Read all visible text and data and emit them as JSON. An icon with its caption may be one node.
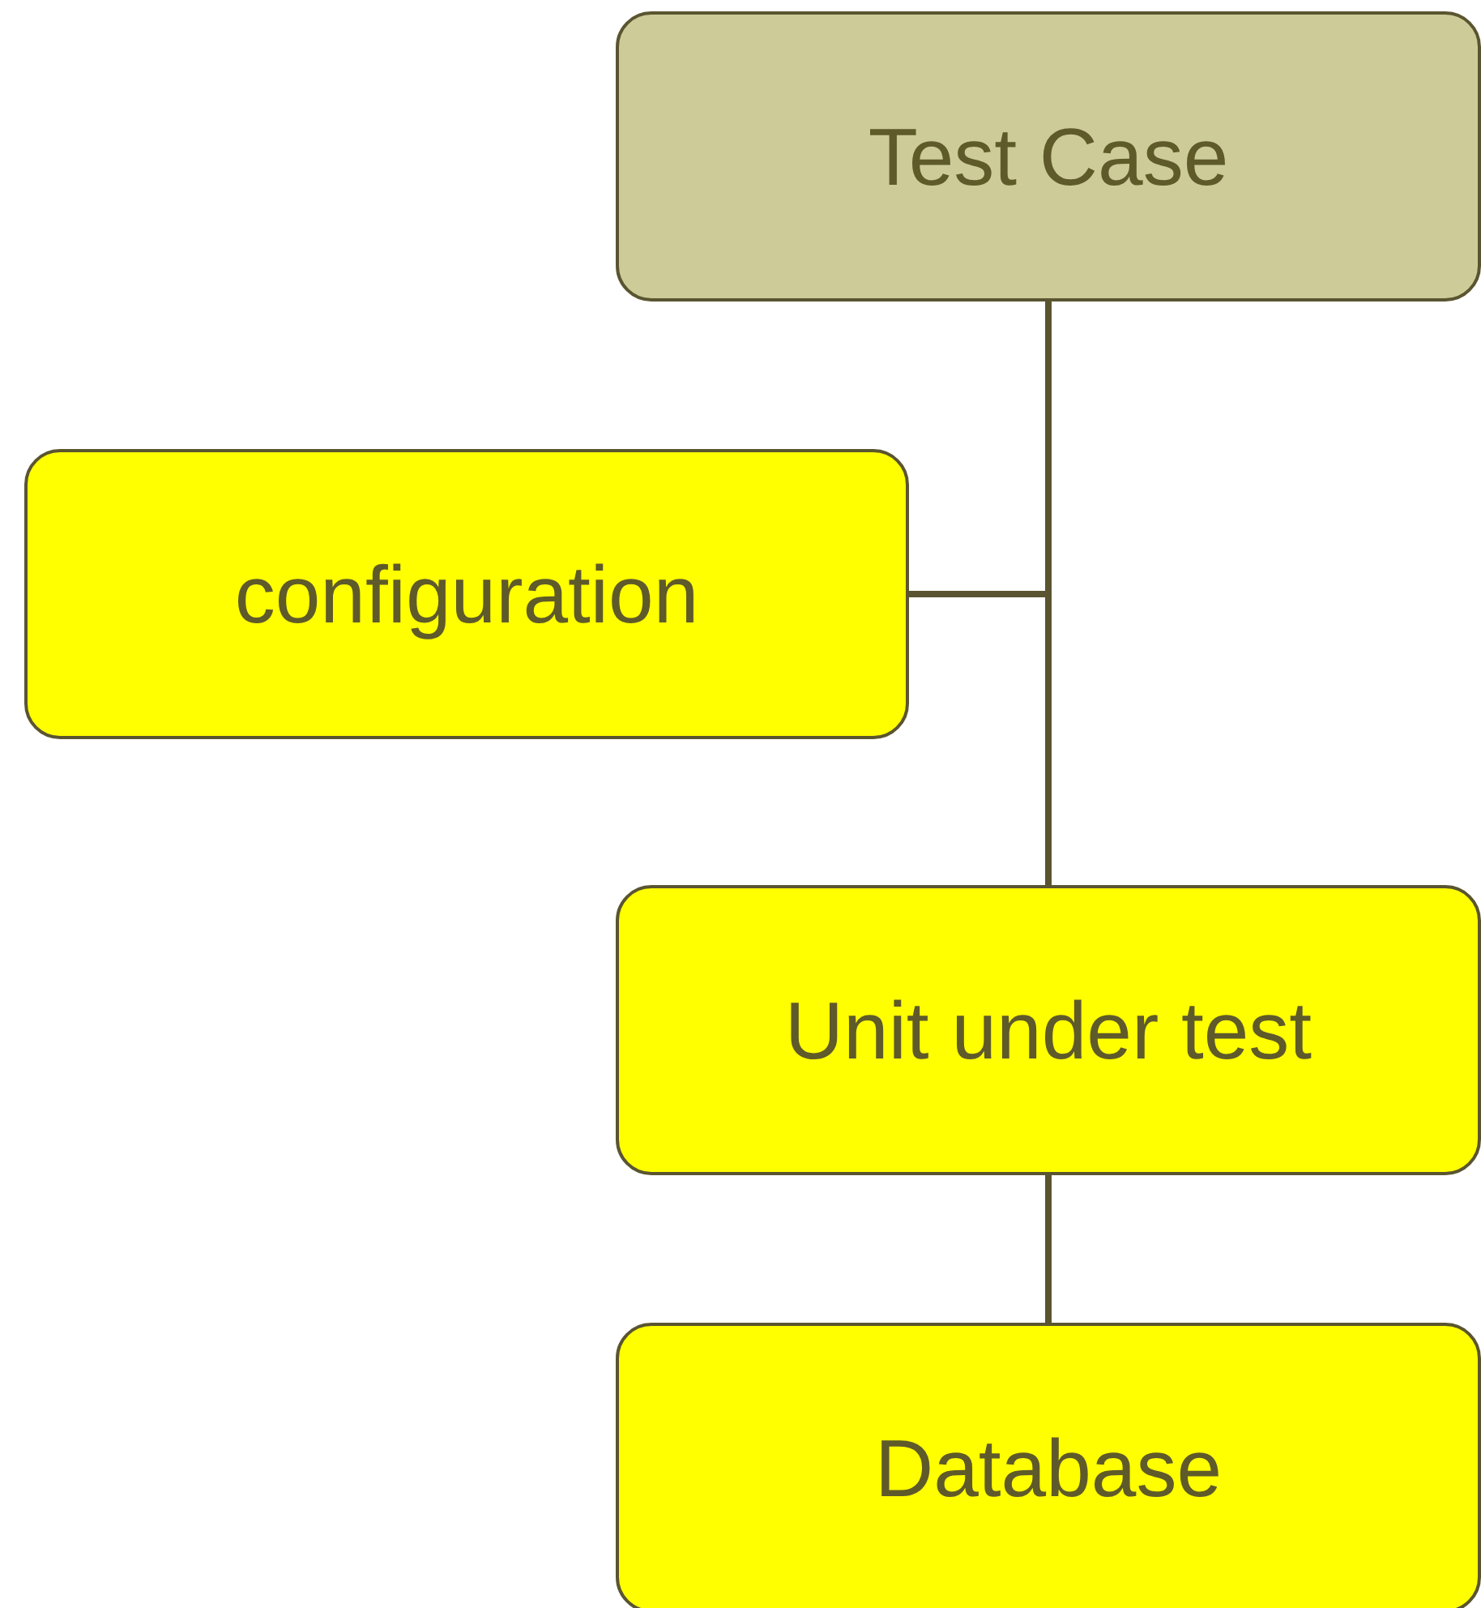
{
  "diagram": {
    "nodes": [
      {
        "text": [
          "Test Case"
        ]
      },
      {
        "text": [
          "configuration"
        ]
      },
      {
        "text": [
          "Unit under test"
        ]
      },
      {
        "text": [
          "Database"
        ]
      }
    ],
    "edges": [
      {
        "from": 0,
        "to": 1,
        "arrow": "none"
      },
      {
        "from": 0,
        "to": 2,
        "arrow": "none"
      },
      {
        "from": 2,
        "to": 3,
        "arrow": "none"
      }
    ]
  }
}
